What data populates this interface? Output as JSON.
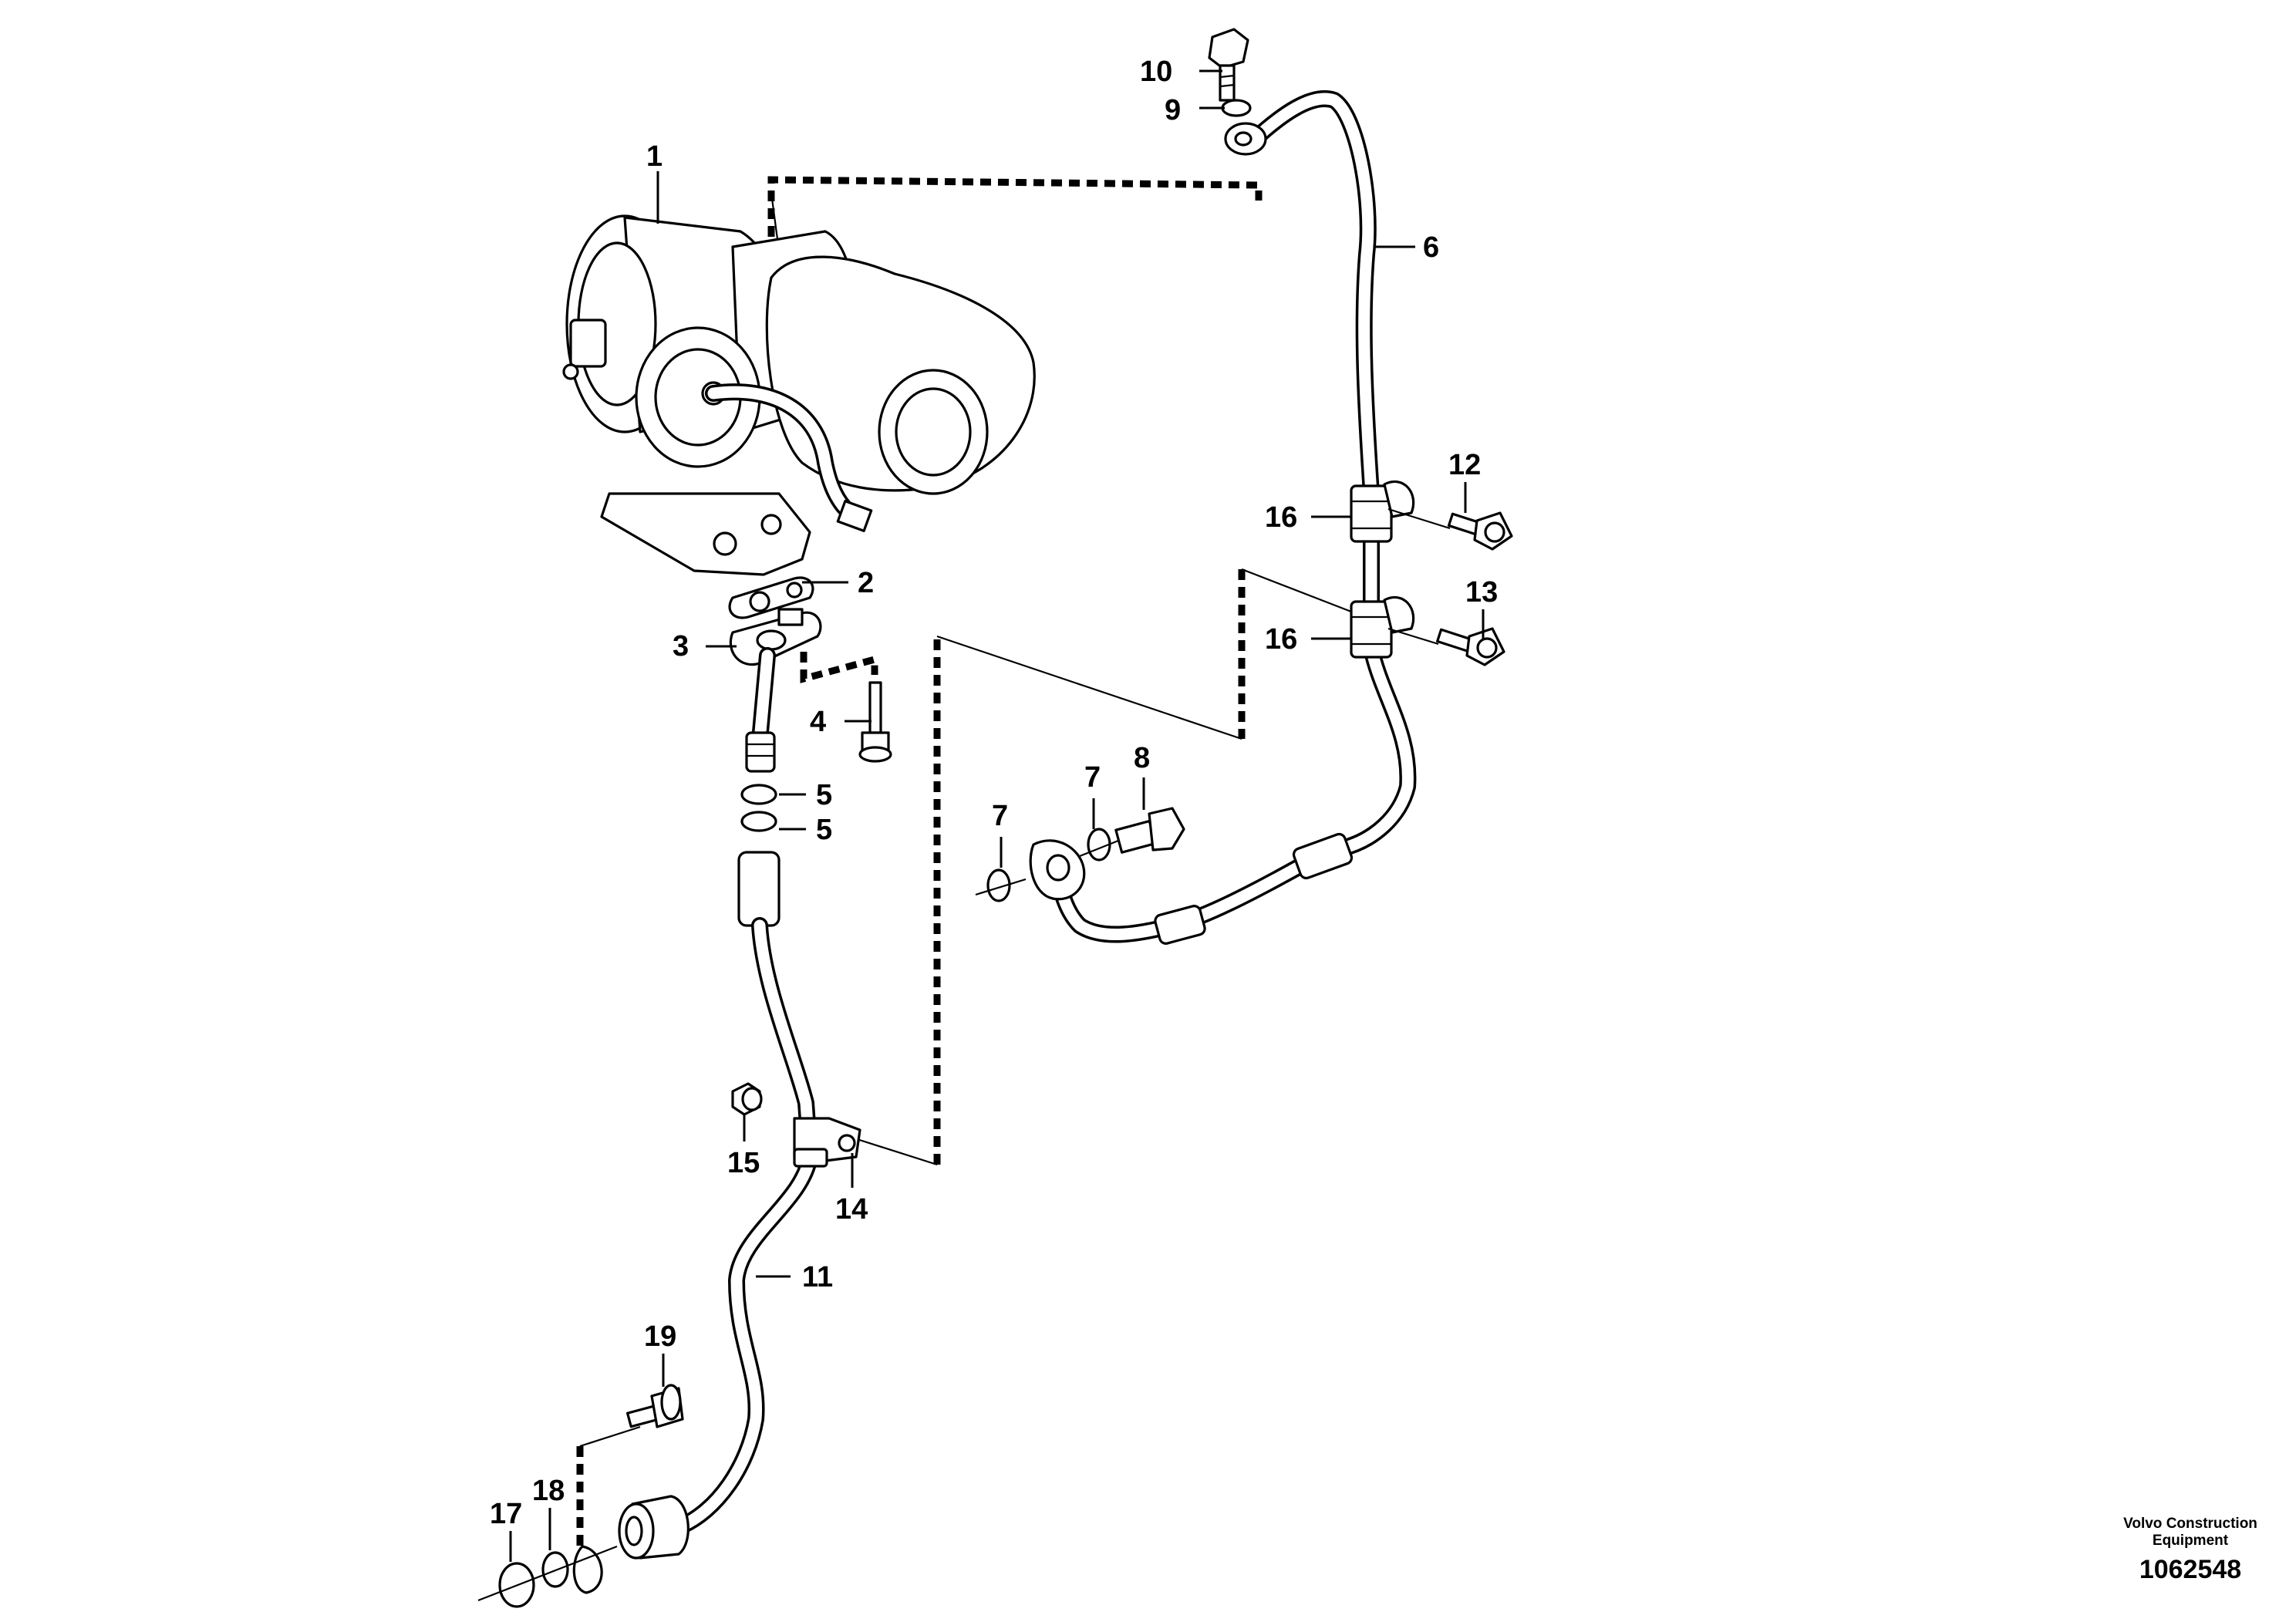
{
  "callouts": [
    {
      "n": "1"
    },
    {
      "n": "2"
    },
    {
      "n": "3"
    },
    {
      "n": "4"
    },
    {
      "n": "5"
    },
    {
      "n": "5"
    },
    {
      "n": "6"
    },
    {
      "n": "7"
    },
    {
      "n": "7"
    },
    {
      "n": "8"
    },
    {
      "n": "9"
    },
    {
      "n": "10"
    },
    {
      "n": "11"
    },
    {
      "n": "12"
    },
    {
      "n": "13"
    },
    {
      "n": "14"
    },
    {
      "n": "15"
    },
    {
      "n": "16"
    },
    {
      "n": "16"
    },
    {
      "n": "17"
    },
    {
      "n": "18"
    },
    {
      "n": "19"
    }
  ],
  "footer": {
    "manufacturer_line1": "Volvo Construction",
    "manufacturer_line2": "Equipment",
    "drawing_number": "1062548"
  }
}
